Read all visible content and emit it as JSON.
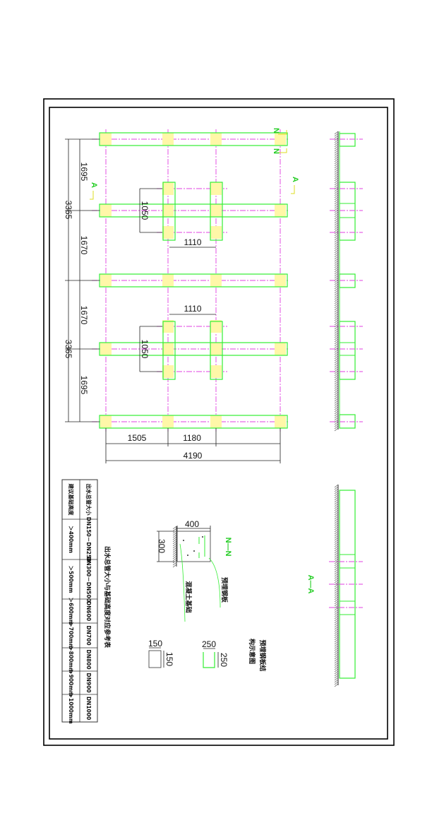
{
  "plan": {
    "dims_total_vertical": [
      "3365",
      "3365"
    ],
    "dims_segments_vertical": [
      "1695",
      "1670",
      "1670",
      "1695"
    ],
    "dims_pier_height": [
      "1050",
      "1050"
    ],
    "dims_pier_spacing": [
      "1110",
      "1110"
    ],
    "dims_bottom": [
      "1505",
      "1180"
    ],
    "dim_total_width": "4190",
    "section_a": "A",
    "section_n": "N"
  },
  "detail": {
    "title": "N—N",
    "width": "400",
    "height": "300",
    "label_plate": "预埋钢板",
    "label_concrete": "混凝土基础",
    "small_box_w": "150",
    "small_box_h": "150",
    "u_w": "250",
    "u_h": "250",
    "plate_caption_1": "预埋钢板结",
    "plate_caption_2": "构示意图"
  },
  "elevation": {
    "title": "A—A"
  },
  "table": {
    "title": "出水总管大小与基础高度对应参考表",
    "row_labels": [
      "出水总管大小",
      "建议基础高度"
    ],
    "columns": [
      {
        "pipe": "DN150－DN250",
        "height": "＞400mm"
      },
      {
        "pipe": "DN300－DN500",
        "height": "＞500mm"
      },
      {
        "pipe": "DN600",
        "height": "＞600mm"
      },
      {
        "pipe": "DN700",
        "height": "＞700mm"
      },
      {
        "pipe": "DN800",
        "height": "＞800mm"
      },
      {
        "pipe": "DN900",
        "height": "＞900mm"
      },
      {
        "pipe": "DN1000",
        "height": "＞1000mm"
      }
    ]
  },
  "colors": {
    "beam": "#33ee33",
    "axis": "#e040e0",
    "node": "#fff7a8"
  }
}
